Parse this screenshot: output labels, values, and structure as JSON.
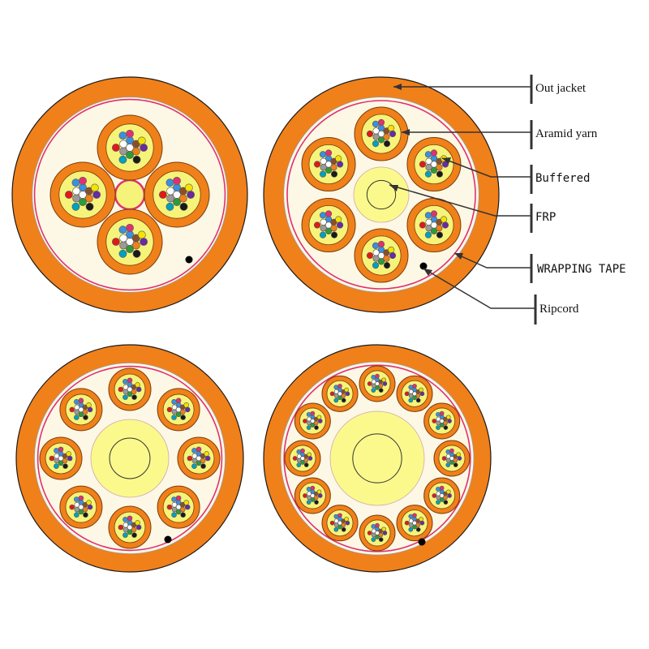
{
  "labels": {
    "out_jacket": "Out jacket",
    "aramid_yarn": "Aramid yarn",
    "buffered": "Buffered",
    "frp": "FRP",
    "wrapping_tape": "WRAPPING TAPE",
    "ripcord": "Ripcord"
  },
  "colors": {
    "jacket": "#f0801a",
    "jacket_stroke": "#1a1a1a",
    "aramid": "#fdf7e6",
    "wrapping_tape": "#e0316f",
    "buffer": "#f0801a",
    "subunit_fill": "#f6f37a",
    "frp": "#fbf98c",
    "ripcord": "#000000",
    "leader": "#333333",
    "fibers": [
      "#3a8fe0",
      "#8a4f2a",
      "#f0801a",
      "#2f9a3a",
      "#9a9a9a",
      "#ffffff",
      "#e0316f",
      "#f2e300",
      "#6a2aa0",
      "#1a1a1a",
      "#00a0c0",
      "#e01a1a"
    ]
  },
  "cables": [
    {
      "subunits": 4,
      "central": "tube"
    },
    {
      "subunits": 6,
      "central": "frp"
    },
    {
      "subunits": 8,
      "central": "frp"
    },
    {
      "subunits": 12,
      "central": "frp"
    }
  ]
}
